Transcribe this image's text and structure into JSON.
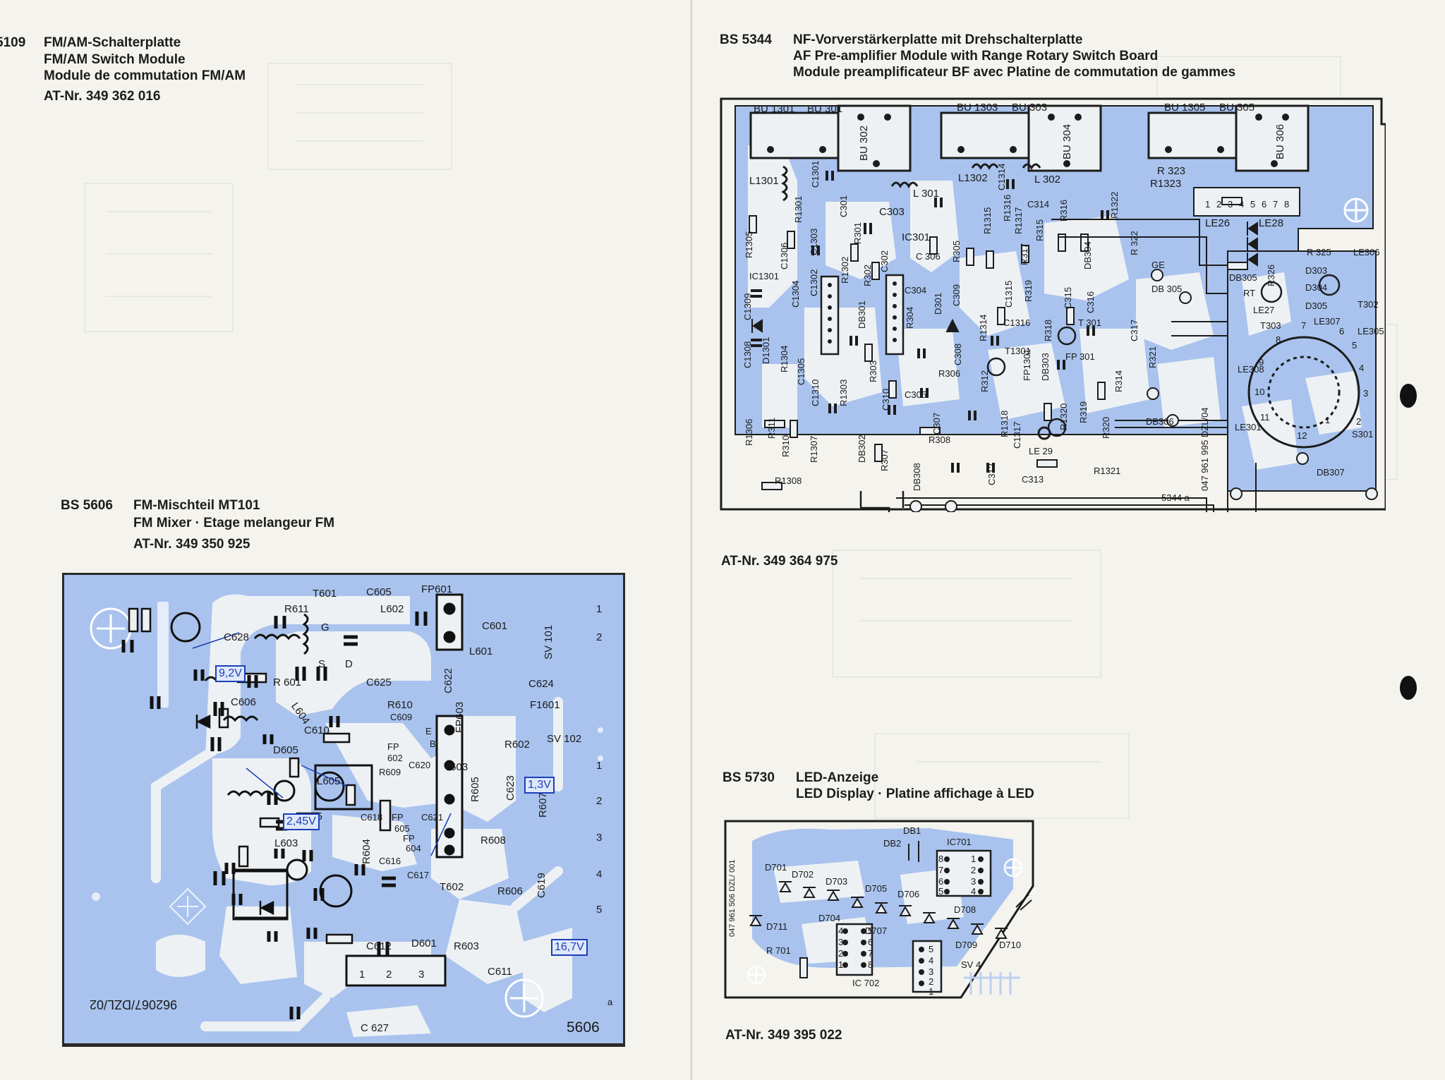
{
  "modules": {
    "fm_am_switch": {
      "code": "5109",
      "title_de": "FM/AM-Schalterplatte",
      "title_en": "FM/AM Switch Module",
      "title_fr": "Module de commutation FM/AM",
      "at_nr": "AT-Nr. 349 362 016"
    },
    "fm_mixer": {
      "code": "BS 5606",
      "title_de": "FM-Mischteil MT101",
      "title_en_fr": "FM Mixer · Etage melangeur FM",
      "at_nr": "AT-Nr. 349 350 925",
      "board_number": "5606",
      "board_id_mirrored": "962067/DZL/02",
      "corner_mark": "a",
      "voltages": [
        "9,2V",
        "1,3V",
        "2,45V",
        "16,7V"
      ],
      "sv101_pins": [
        "1",
        "2"
      ],
      "sv102_pins": [
        "1",
        "2",
        "3",
        "4",
        "5"
      ],
      "bottom_connector_pins": [
        "1",
        "2",
        "3"
      ],
      "components": [
        "T601",
        "C605",
        "FP601",
        "R611",
        "L602",
        "C628",
        "G",
        "S",
        "D",
        "C601",
        "SV 101",
        "L601",
        "R 601",
        "C625",
        "C622",
        "C624",
        "C606",
        "L604",
        "R610",
        "C609",
        "FP603",
        "F1601",
        "SV 102",
        "C610",
        "E",
        "B",
        "R602",
        "D605",
        "FP",
        "602",
        "C620",
        "R609",
        "T603",
        "L605",
        "C623",
        "R605",
        "R607",
        "C615",
        "C618",
        "FP",
        "605",
        "C621",
        "L603",
        "R604",
        "FP",
        "604",
        "R608",
        "C616",
        "C617",
        "C619",
        "T602",
        "R606",
        "C612",
        "D601",
        "R603",
        "C611",
        "C 627"
      ]
    },
    "af_preamp": {
      "code": "BS 5344",
      "title_de": "NF-Vorverstärkerplatte mit Drehschalterplatte",
      "title_en": "AF Pre-amplifier Module with Range Rotary Switch Board",
      "title_fr": "Module preamplificateur BF avec Platine de commutation de gammes",
      "at_nr": "AT-Nr. 349 364 975",
      "board_number": "5344 a",
      "side_id": "047 961 995 DZL/04",
      "le_pins": [
        "1",
        "2",
        "3",
        "4",
        "5",
        "6",
        "7",
        "8"
      ],
      "switch_positions": [
        "1",
        "2",
        "3",
        "4",
        "5",
        "6",
        "7",
        "8",
        "9",
        "10",
        "11",
        "12"
      ],
      "components": [
        "BU 1301",
        "BU 301",
        "BU 302",
        "BU 1303",
        "BU 303",
        "BU 304",
        "BU 1305",
        "BU 305",
        "BU 306",
        "L1301",
        "C1301",
        "R1301",
        "L 301",
        "L1302",
        "C1314",
        "L 302",
        "R 323",
        "R1323",
        "LE26",
        "LE28",
        "C301",
        "C303",
        "IC301",
        "R1305",
        "C1303",
        "R301",
        "R1315",
        "R1316",
        "R1317",
        "C314",
        "R316",
        "R1322",
        "R 322",
        "C1306",
        "C1302",
        "C302",
        "C 306",
        "R305",
        "R315",
        "R317",
        "DB304",
        "IC1301",
        "R1302",
        "R302",
        "LE306",
        "R 325",
        "C1309",
        "C1304",
        "DB301",
        "C304",
        "D301",
        "C309",
        "C1315",
        "R319",
        "C315",
        "C316",
        "GE",
        "DB 305",
        "DB305",
        "R326",
        "D303",
        "D304",
        "RT",
        "T302",
        "D305",
        "LE27",
        "LE307",
        "R304",
        "R1314",
        "C1316",
        "R318",
        "T 301",
        "C317",
        "T303",
        "LE305",
        "C1308",
        "D1301",
        "R1304",
        "C1305",
        "R303",
        "C308",
        "T1301",
        "FP1301",
        "DB303",
        "FP 301",
        "R321",
        "LE308",
        "C305",
        "R306",
        "R312",
        "R314",
        "C1310",
        "R1303",
        "C310",
        "DB306",
        "R1306",
        "R311",
        "C307",
        "R1318",
        "C1317",
        "R1320",
        "R319",
        "LE 29",
        "LE301",
        "S301",
        "R310",
        "R1307",
        "DB302",
        "R308",
        "R320",
        "R307",
        "C312",
        "R1321",
        "DB307",
        "R1308",
        "DB308",
        "C313"
      ]
    },
    "led_display": {
      "code": "BS 5730",
      "title_de": "LED-Anzeige",
      "title_en_fr": "LED Display · Platine affichage à LED",
      "at_nr": "AT-Nr. 349 395 022",
      "side_id": "047 961 506 DZL/ 001",
      "ic701_pins_left": [
        "8",
        "7",
        "6",
        "5"
      ],
      "ic701_pins_right": [
        "1",
        "2",
        "3",
        "4"
      ],
      "ic702_pins_left": [
        "4",
        "3",
        "2",
        "1"
      ],
      "ic702_pins_right": [
        "5",
        "6",
        "7",
        "8"
      ],
      "sv4_pins": [
        "5",
        "4",
        "3",
        "2",
        "1"
      ],
      "components": [
        "DB1",
        "DB2",
        "IC701",
        "D701",
        "D702",
        "D703",
        "D705",
        "D706",
        "D704",
        "D708",
        "D707",
        "D709",
        "D710",
        "D711",
        "R 701",
        "IC 702",
        "SV 4"
      ]
    }
  },
  "colors": {
    "board_blue": "#a9c3ee",
    "board_blue_dark": "#8fb0e6",
    "paper": "#f4f3ee",
    "ink": "#1c1c1c",
    "voltage_ink": "#1b3fb5"
  }
}
